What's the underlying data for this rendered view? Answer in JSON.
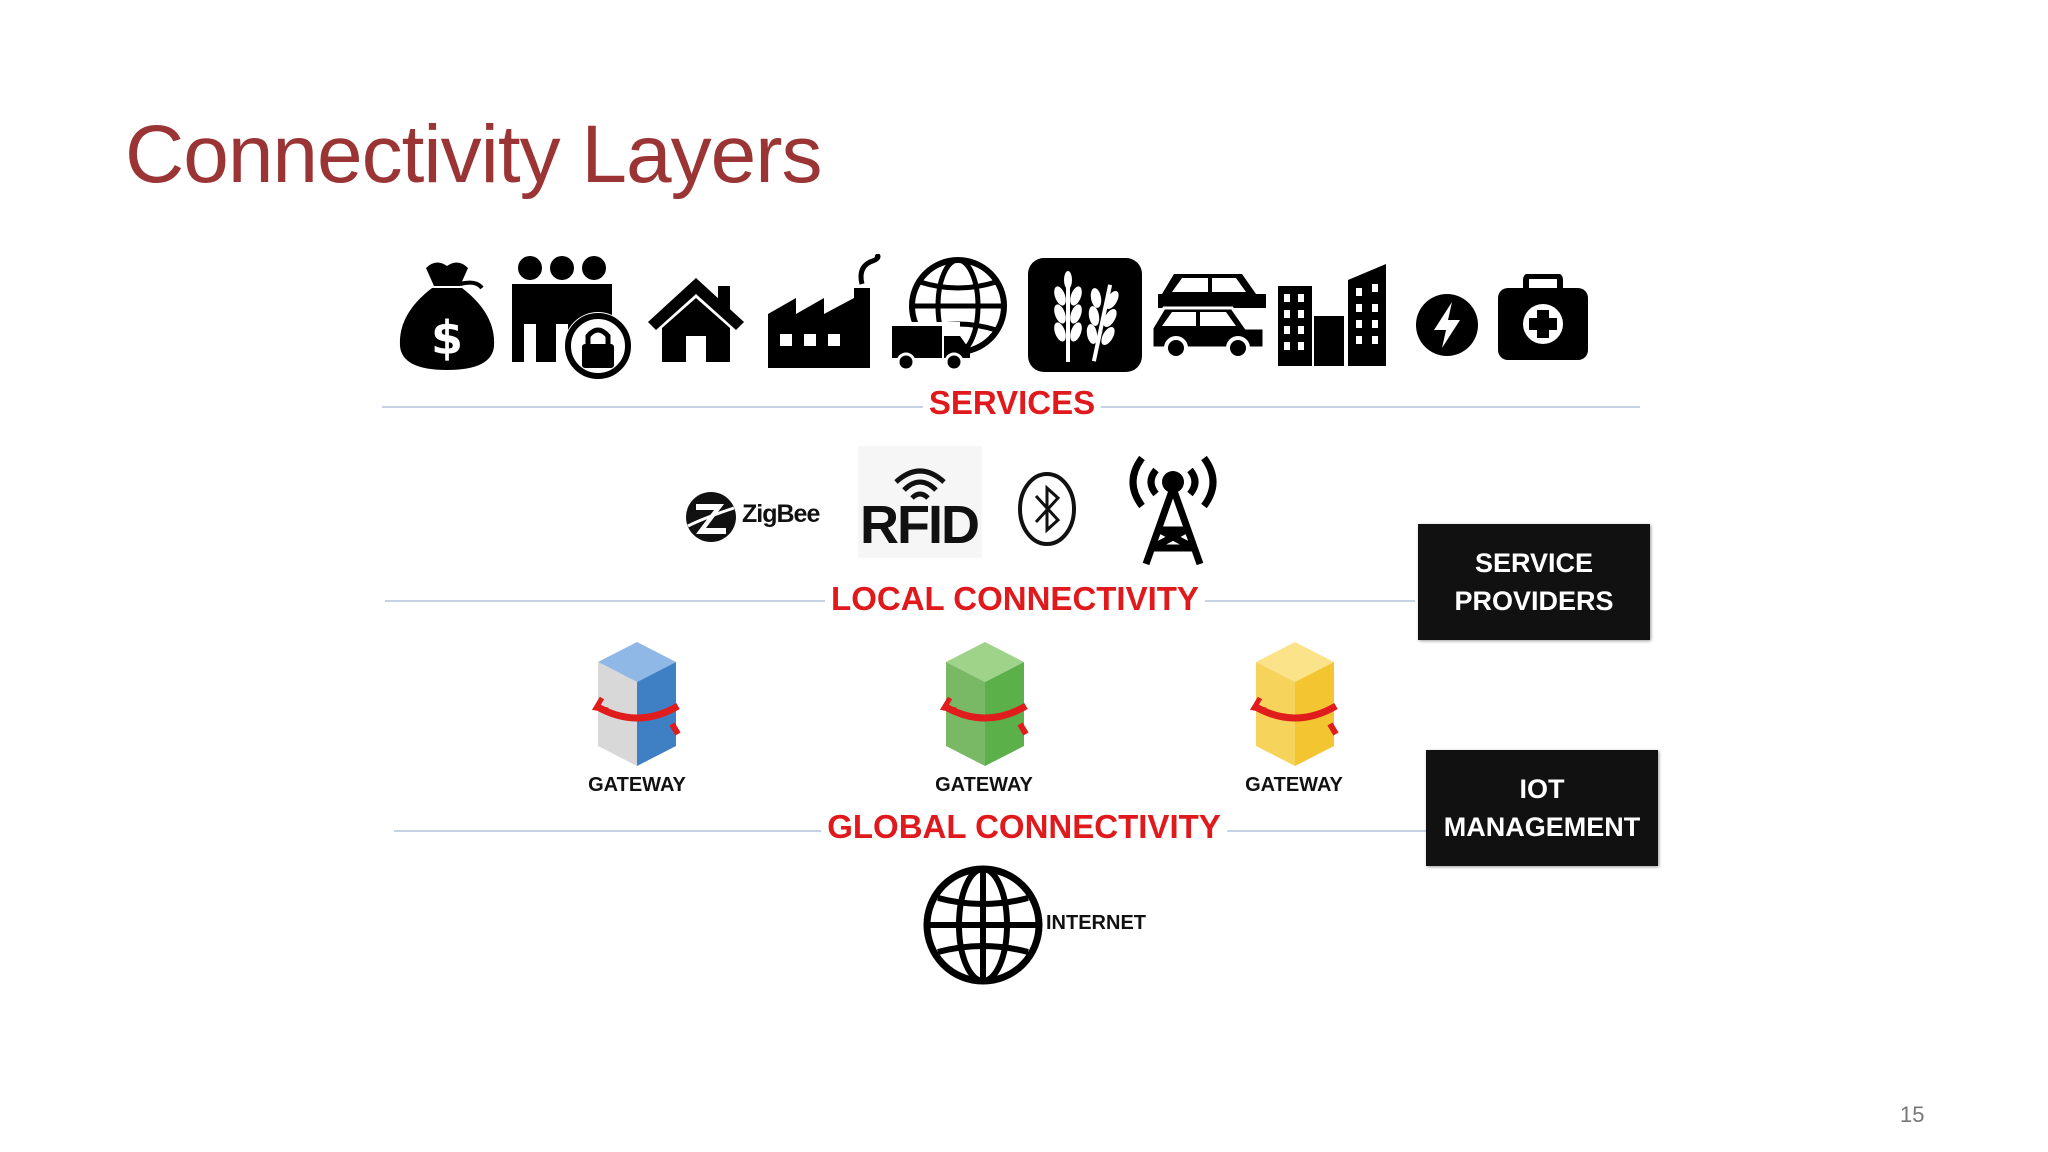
{
  "slide": {
    "title": "Connectivity Layers",
    "page_number": "15"
  },
  "layers": {
    "services": "SERVICES",
    "local": "LOCAL CONNECTIVITY",
    "global": "GLOBAL CONNECTIVITY"
  },
  "boxes": {
    "service_providers": [
      "SERVICE",
      "PROVIDERS"
    ],
    "iot_management": [
      "IOT",
      "MANAGEMENT"
    ]
  },
  "service_icons": [
    "money-bag-icon",
    "secure-people-icon",
    "home-icon",
    "factory-icon",
    "logistics-globe-icon",
    "agriculture-icon",
    "cars-icon",
    "city-buildings-icon",
    "energy-icon",
    "medical-kit-icon"
  ],
  "local_icons": {
    "zigbee": "ZigBee",
    "rfid": "RFID",
    "bluetooth": "bluetooth-icon",
    "tower": "cell-tower-icon"
  },
  "gateways": [
    {
      "label": "GATEWAY",
      "color": "#3f7fc4"
    },
    {
      "label": "GATEWAY",
      "color": "#5bb04a"
    },
    {
      "label": "GATEWAY",
      "color": "#f2c531"
    }
  ],
  "internet": {
    "label": "INTERNET"
  },
  "colors": {
    "title": "#9b3535",
    "layer_label": "#e0191c",
    "line": "#c3d3e4",
    "box": "#111111"
  }
}
